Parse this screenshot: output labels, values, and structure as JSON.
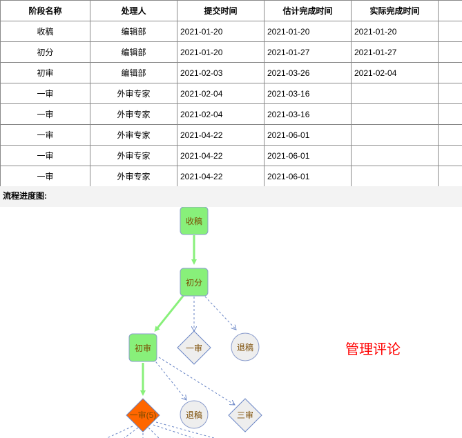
{
  "table": {
    "headers": [
      "阶段名称",
      "处理人",
      "提交时间",
      "估计完成时间",
      "实际完成时间",
      ""
    ],
    "rows": [
      [
        "收稿",
        "编辑部",
        "2021-01-20",
        "2021-01-20",
        "2021-01-20"
      ],
      [
        "初分",
        "编辑部",
        "2021-01-20",
        "2021-01-27",
        "2021-01-27"
      ],
      [
        "初审",
        "编辑部",
        "2021-02-03",
        "2021-03-26",
        "2021-02-04"
      ],
      [
        "一审",
        "外审专家",
        "2021-02-04",
        "2021-03-16",
        ""
      ],
      [
        "一审",
        "外审专家",
        "2021-02-04",
        "2021-03-16",
        ""
      ],
      [
        "一审",
        "外审专家",
        "2021-04-22",
        "2021-06-01",
        ""
      ],
      [
        "一审",
        "外审专家",
        "2021-04-22",
        "2021-06-01",
        ""
      ],
      [
        "一审",
        "外审专家",
        "2021-04-22",
        "2021-06-01",
        ""
      ]
    ]
  },
  "flow_label": "流程进度图:",
  "nodes": {
    "n1": "收稿",
    "n2": "初分",
    "n3": "初审",
    "n4": "一审",
    "n5": "退稿",
    "n6": "一审(5)",
    "n7": "退稿",
    "n8": "三审"
  },
  "management": "管理评论",
  "colors": {
    "done": "#88f07a",
    "current": "#ff6600",
    "pending": "#eeeeee",
    "accent": "#ff0000"
  }
}
